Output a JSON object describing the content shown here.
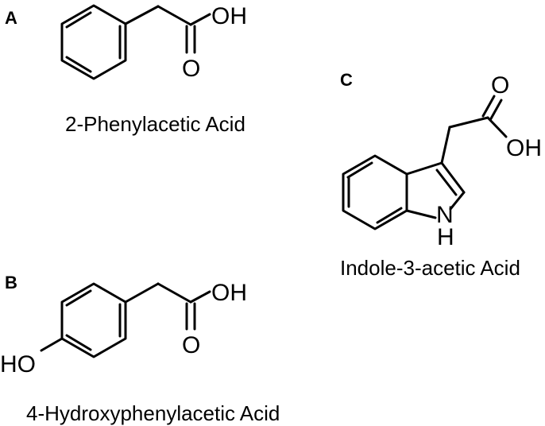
{
  "panels": [
    {
      "letter": "A",
      "caption": "2-Phenylacetic Acid",
      "atoms": {
        "hydroxyl": "OH",
        "carbonyl": "O"
      }
    },
    {
      "letter": "B",
      "caption": "4-Hydroxyphenylacetic Acid",
      "atoms": {
        "hydroxyl": "OH",
        "carbonyl": "O",
        "phenol": "HO"
      }
    },
    {
      "letter": "C",
      "caption": "Indole-3-acetic Acid",
      "atoms": {
        "hydroxyl": "OH",
        "carbonyl": "O",
        "nitrogen": "N",
        "nitrogen_h": "H"
      }
    }
  ]
}
